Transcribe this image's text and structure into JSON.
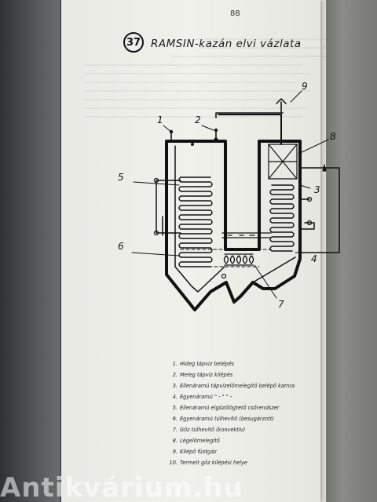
{
  "page": {
    "number": "88"
  },
  "figure": {
    "badge": "37",
    "title": "RAMSIN-kazán elvi vázlata"
  },
  "callouts": [
    "1",
    "2",
    "9",
    "8",
    "5",
    "3",
    "6",
    "4",
    "7"
  ],
  "legend": [
    {
      "num": "1.",
      "text": "Hideg tápvíz belépés"
    },
    {
      "num": "2.",
      "text": "Meleg tápvíz kilépés"
    },
    {
      "num": "3.",
      "text": "Ellenáramú tápvízelőmelegítő belépő kamra"
    },
    {
      "num": "4.",
      "text": "Egyenáramú \" - \" \" -"
    },
    {
      "num": "5.",
      "text": "Ellenáramú elgőzölögtető csőrendszer"
    },
    {
      "num": "6.",
      "text": "Egyenáramú túlhevítő (besugárzott)"
    },
    {
      "num": "7.",
      "text": "Gőz túlhevítő (konvektív)"
    },
    {
      "num": "8.",
      "text": "Légelőmelegítő"
    },
    {
      "num": "9.",
      "text": "Kilépő füstgáz"
    },
    {
      "num": "10.",
      "text": "Termelt gőz kilépési helye"
    }
  ],
  "watermark": "Antikvárium.hu"
}
